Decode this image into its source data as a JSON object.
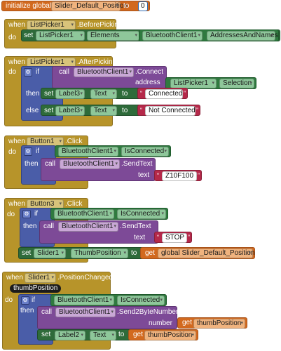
{
  "keywords": {
    "initialize_global": "initialize global",
    "to": "to",
    "when": "when",
    "do": "do",
    "set": "set",
    "call": "call",
    "if": "if",
    "then": "then",
    "else": "else",
    "get": "get"
  },
  "init": {
    "var_name": "Slider_Default_Position",
    "value": "0"
  },
  "block1": {
    "component": "ListPicker1",
    "event": ".BeforePicking",
    "set_component": "ListPicker1",
    "set_prop": "Elements",
    "value_component": "BluetoothClient1",
    "value_prop": "AddressesAndNames"
  },
  "block2": {
    "component": "ListPicker1",
    "event": ".AfterPicking",
    "call_component": "BluetoothClient1",
    "call_method": ".Connect",
    "address_label": "address",
    "addr_component": "ListPicker1",
    "addr_prop": "Selection",
    "then_comp": "Label3",
    "then_prop": "Text",
    "then_text": "Connected",
    "else_comp": "Label3",
    "else_prop": "Text",
    "else_text": "Not Connected"
  },
  "block3": {
    "component": "Button1",
    "event": ".Click",
    "cond_component": "BluetoothClient1",
    "cond_prop": "IsConnected",
    "call_component": "BluetoothClient1",
    "call_method": ".SendText",
    "text_label": "text",
    "text_value": "Z10F100"
  },
  "block4": {
    "component": "Button3",
    "event": ".Click",
    "cond_component": "BluetoothClient1",
    "cond_prop": "IsConnected",
    "call_component": "BluetoothClient1",
    "call_method": ".SendText",
    "text_label": "text",
    "text_value": "STOP",
    "set_comp": "Slider1",
    "set_prop": "ThumbPosition",
    "get_var": "global Slider_Default_Position"
  },
  "block5": {
    "component": "Slider1",
    "event": ".PositionChanged",
    "param": "thumbPosition",
    "cond_component": "BluetoothClient1",
    "cond_prop": "IsConnected",
    "call_component": "BluetoothClient1",
    "call_method": ".Send2ByteNumber",
    "number_label": "number",
    "number_get": "thumbPosition",
    "set_comp": "Label2",
    "set_prop": "Text",
    "set_get": "thumbPosition"
  }
}
